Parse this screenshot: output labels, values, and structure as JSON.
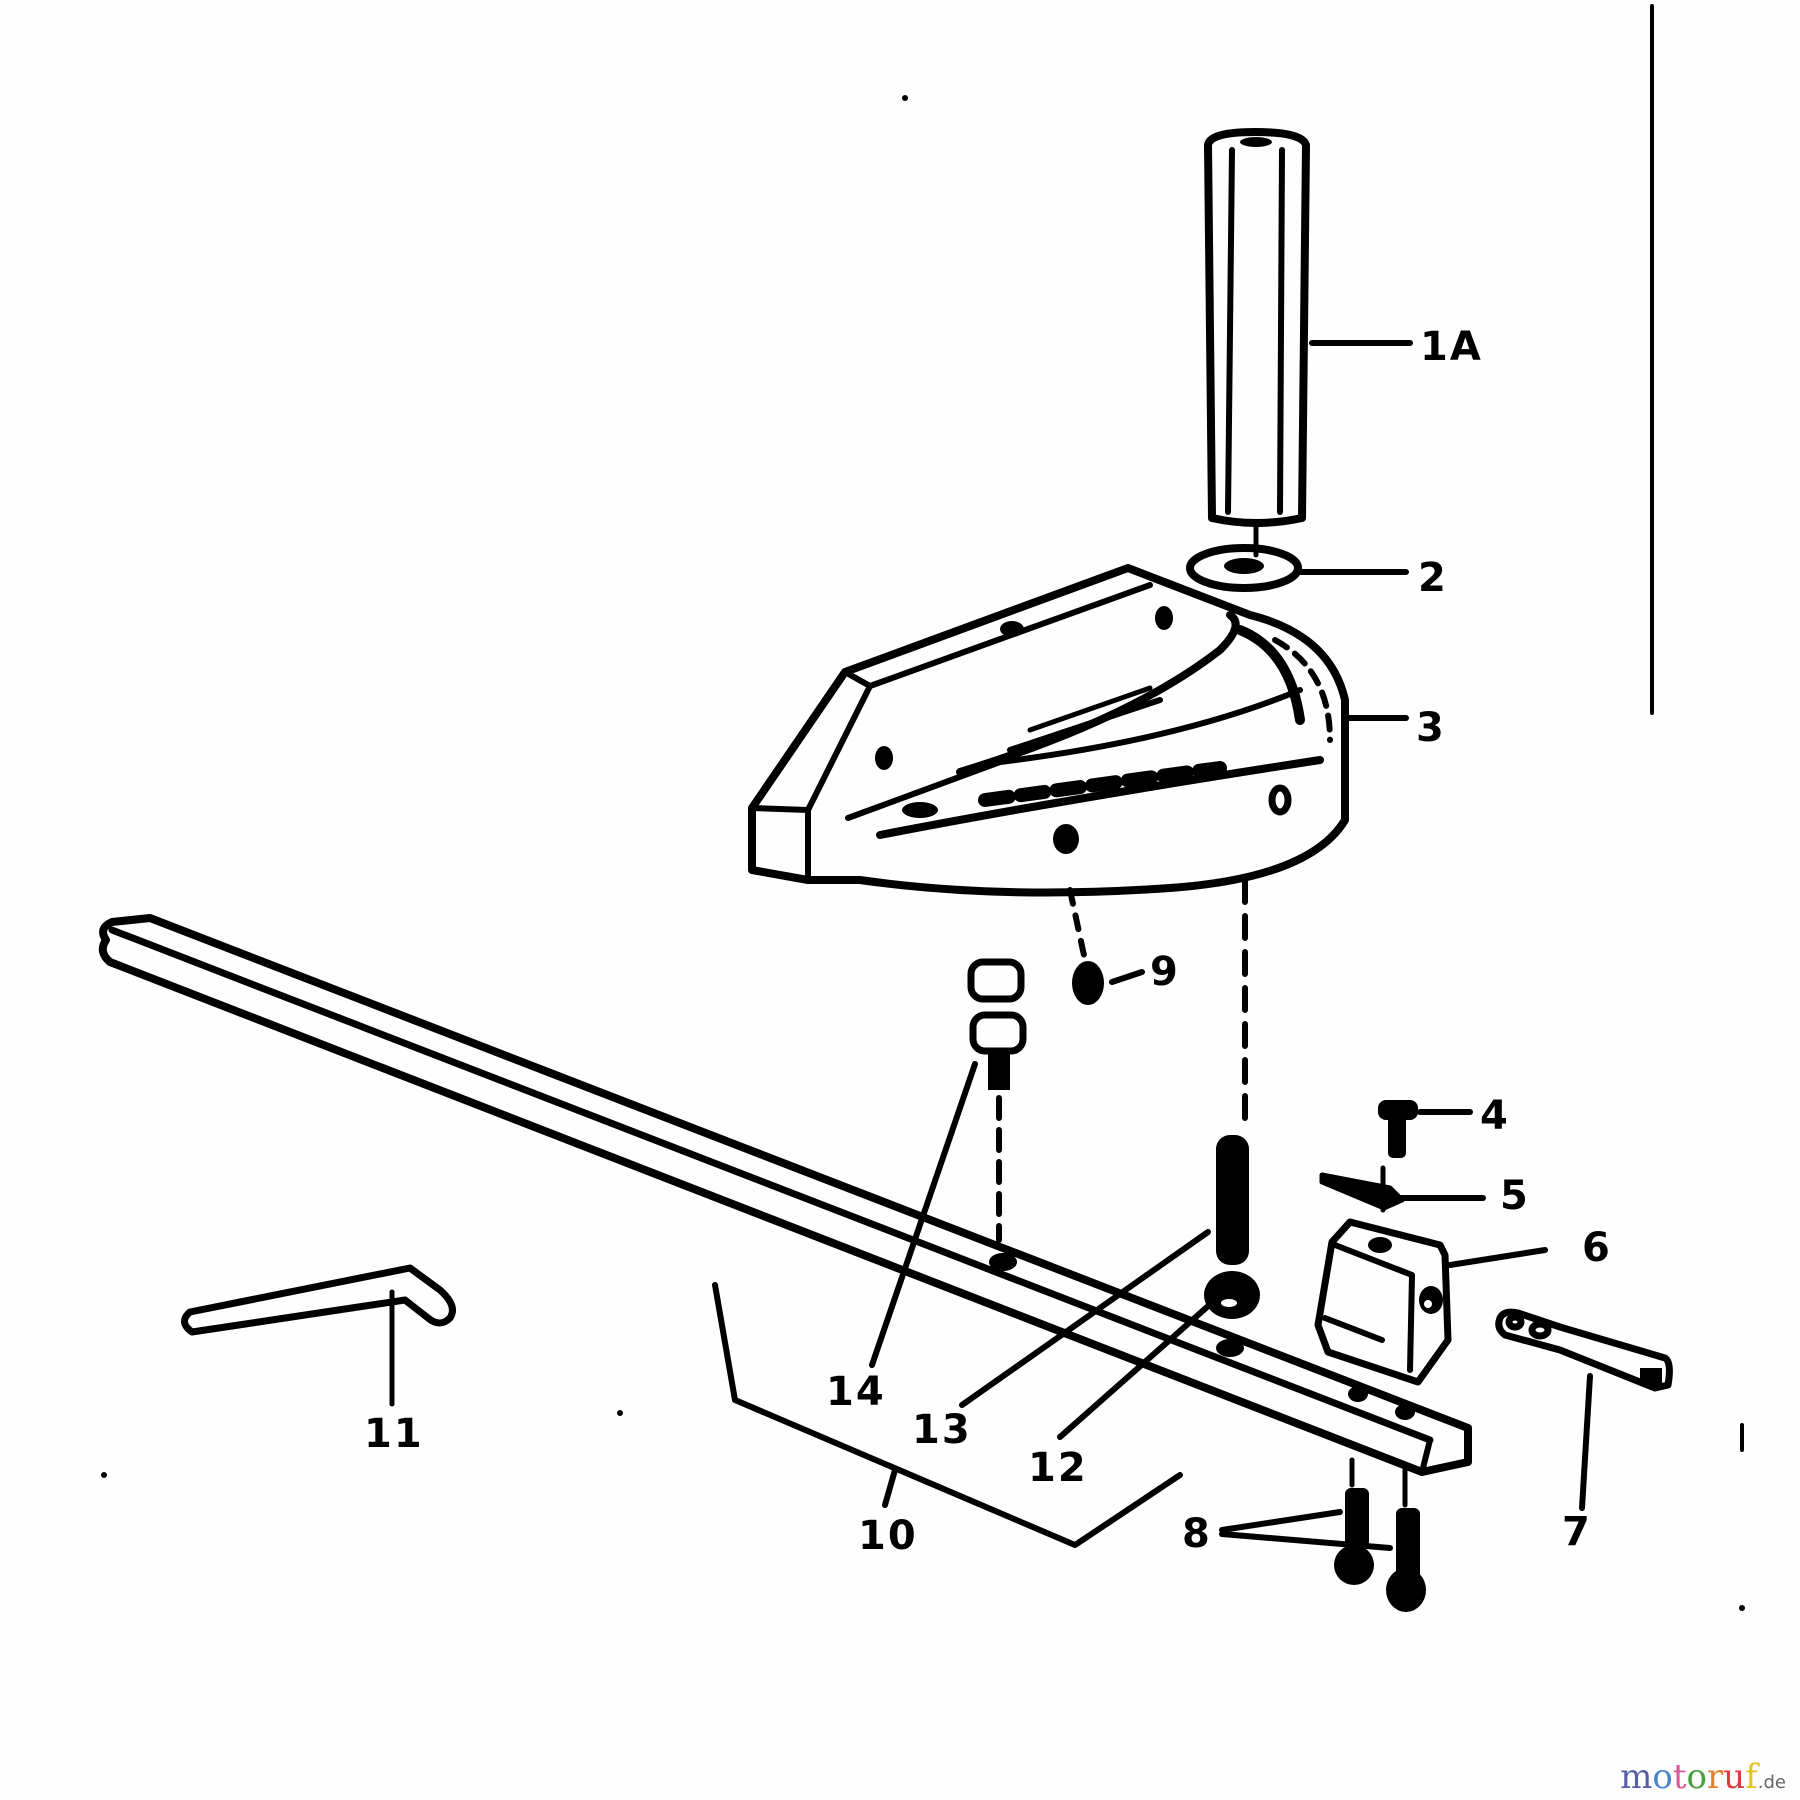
{
  "diagram": {
    "type": "exploded parts diagram",
    "subject": "miter gauge assembly",
    "callouts": [
      {
        "id": "1A",
        "label": "1A",
        "part": "knob handle"
      },
      {
        "id": "2",
        "label": "2",
        "part": "washer"
      },
      {
        "id": "3",
        "label": "3",
        "part": "miter gauge body"
      },
      {
        "id": "4",
        "label": "4",
        "part": "screw"
      },
      {
        "id": "5",
        "label": "5",
        "part": "pointer"
      },
      {
        "id": "6",
        "label": "6",
        "part": "stop block"
      },
      {
        "id": "7",
        "label": "7",
        "part": "stop rod"
      },
      {
        "id": "8",
        "label": "8",
        "part": "screws (2)"
      },
      {
        "id": "9",
        "label": "9",
        "part": "pin"
      },
      {
        "id": "10",
        "label": "10",
        "part": "miter bar"
      },
      {
        "id": "11",
        "label": "11",
        "part": "hex key"
      },
      {
        "id": "12",
        "label": "12",
        "part": "washer"
      },
      {
        "id": "13",
        "label": "13",
        "part": "threaded stud"
      },
      {
        "id": "14",
        "label": "14",
        "part": "screw with washer"
      }
    ]
  },
  "labels": {
    "l1a": "1A",
    "l2": "2",
    "l3": "3",
    "l4": "4",
    "l5": "5",
    "l6": "6",
    "l7": "7",
    "l8": "8",
    "l9": "9",
    "l10": "10",
    "l11": "11",
    "l12": "12",
    "l13": "13",
    "l14": "14"
  },
  "watermark": {
    "letters": [
      {
        "ch": "m",
        "color": "#5560a8"
      },
      {
        "ch": "o",
        "color": "#4a84c8"
      },
      {
        "ch": "t",
        "color": "#d8589a"
      },
      {
        "ch": "o",
        "color": "#48a040"
      },
      {
        "ch": "r",
        "color": "#e08030"
      },
      {
        "ch": "u",
        "color": "#d84040"
      },
      {
        "ch": "f",
        "color": "#e8c020"
      }
    ],
    "tld": ".de"
  },
  "colors": {
    "ink": "#000000",
    "paper": "#fdfefd"
  }
}
